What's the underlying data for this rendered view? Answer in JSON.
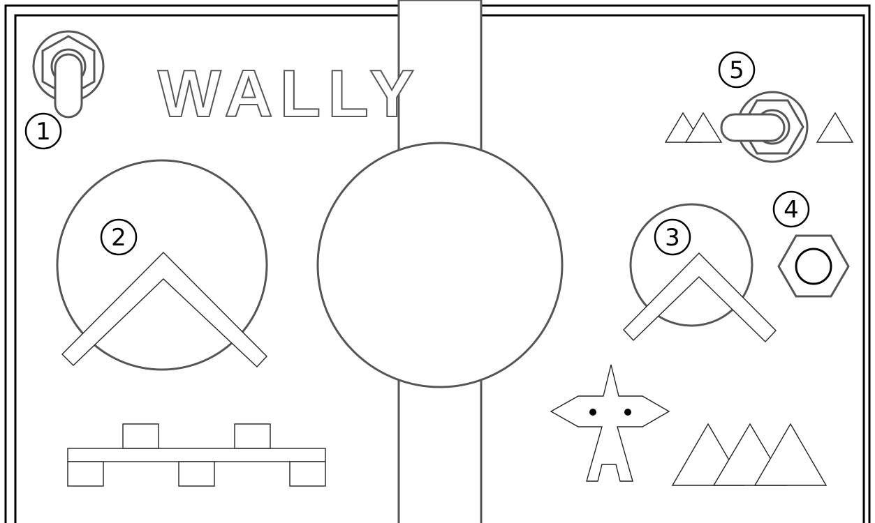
{
  "device": {
    "brand_label": "WALLY",
    "labels": {
      "switch_1": "1",
      "knob_2": "2",
      "knob_3": "3",
      "nut_4": "4",
      "switch_5": "5"
    }
  },
  "colors": {
    "stroke": "#555555",
    "outline": "#000000",
    "fill": "#ffffff"
  }
}
